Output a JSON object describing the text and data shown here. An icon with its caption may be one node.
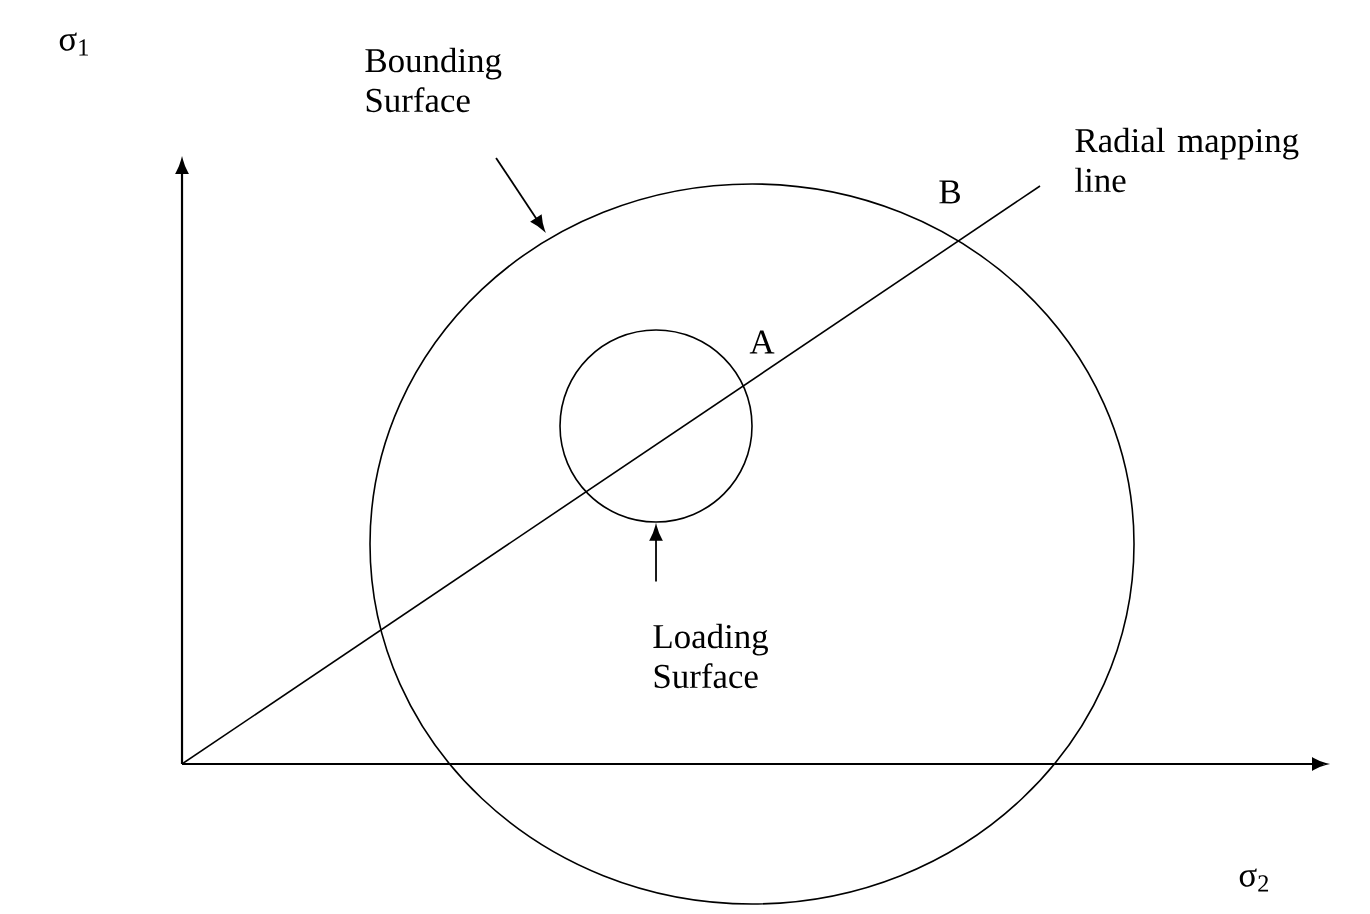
{
  "diagram": {
    "nodes": [
      {
        "text": [
          "Bounding Surface"
        ]
      },
      {
        "text": [],
        "shape": "circle"
      },
      {
        "text": [
          "Loading Surface"
        ],
        "in": 1
      },
      {
        "text": [],
        "shape": "circle",
        "in": 1
      }
    ],
    "edges": [
      {
        "from": 0,
        "to": 1,
        "arrow": "to"
      },
      {
        "from": 2,
        "to": 3,
        "arrow": "to"
      }
    ],
    "labels": [
      "σ$_{1}$",
      "B",
      "Radial mapping line",
      "A",
      "σ$_{2}$"
    ]
  }
}
